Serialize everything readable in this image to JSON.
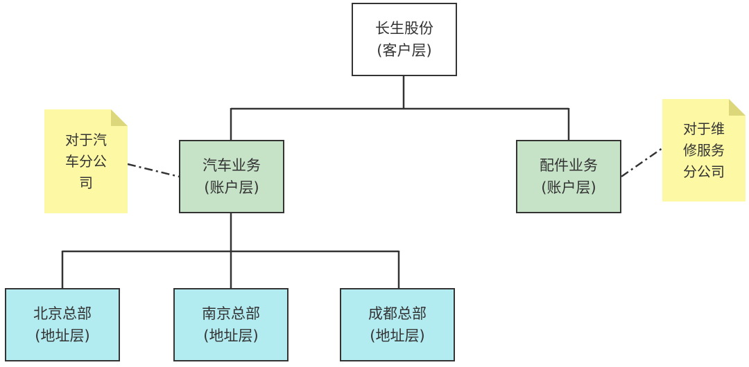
{
  "colors": {
    "line": "#333333",
    "client_fill": "#ffffff",
    "account_fill": "#c6e3c8",
    "region_fill": "#b2ebf0",
    "note_fill": "#fcf8a4",
    "note_fold": "#dcd77a"
  },
  "nodes": {
    "root": {
      "line1": "长生股份",
      "line2": "(客户层)"
    },
    "auto": {
      "line1": "汽车业务",
      "line2": "(账户层)"
    },
    "parts": {
      "line1": "配件业务",
      "line2": "(账户层)"
    },
    "beijing": {
      "line1": "北京总部",
      "line2": "(地址层)"
    },
    "nanjing": {
      "line1": "南京总部",
      "line2": "(地址层)"
    },
    "chengdu": {
      "line1": "成都总部",
      "line2": "(地址层)"
    }
  },
  "notes": {
    "auto": {
      "line1": "对于汽",
      "line2": "车分公",
      "line3": "司"
    },
    "parts": {
      "line1": "对于维",
      "line2": "修服务",
      "line3": "分公司"
    }
  }
}
